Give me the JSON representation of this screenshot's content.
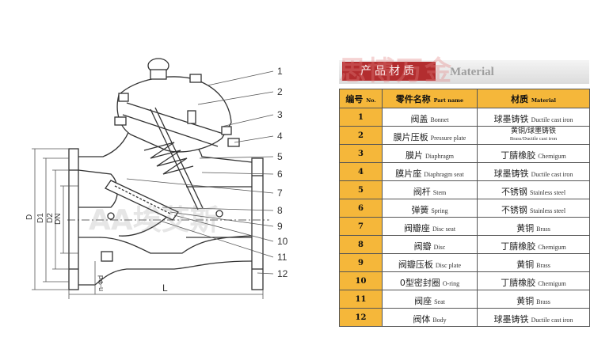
{
  "drawing": {
    "callouts": [
      "1",
      "2",
      "3",
      "4",
      "5",
      "6",
      "7",
      "8",
      "9",
      "10",
      "11",
      "12"
    ],
    "dims": {
      "d": "D",
      "d1": "D1",
      "d2": "D2",
      "dn": "DN",
      "holes": "n-Φd",
      "length": "L"
    },
    "watermark": "AA埃艾斯"
  },
  "banner": {
    "title_cn": "产品材质",
    "title_en": "Material",
    "watermark": "思博万金"
  },
  "table": {
    "headers": {
      "no_cn": "编号",
      "no_en": "No.",
      "part_cn": "零件名称",
      "part_en": "Part name",
      "mat_cn": "材质",
      "mat_en": "Material"
    },
    "rows": [
      {
        "no": "1",
        "part_cn": "阀盖",
        "part_en": "Bonnet",
        "mat_cn": "球墨铸铁",
        "mat_en": "Ductile cast iron"
      },
      {
        "no": "2",
        "part_cn": "膜片压板",
        "part_en": "Pressure plate",
        "mat_cn": "黄铜/球墨铸铁",
        "mat_en": "Brass/Ductile cast iron"
      },
      {
        "no": "3",
        "part_cn": "膜片",
        "part_en": "Diaphragm",
        "mat_cn": "丁腈橡胶",
        "mat_en": "Chemigum"
      },
      {
        "no": "4",
        "part_cn": "膜片座",
        "part_en": "Diaphragm seat",
        "mat_cn": "球墨铸铁",
        "mat_en": "Ductile cast iron"
      },
      {
        "no": "5",
        "part_cn": "阀杆",
        "part_en": "Stem",
        "mat_cn": "不锈钢",
        "mat_en": "Stainless steel"
      },
      {
        "no": "6",
        "part_cn": "弹簧",
        "part_en": "Spring",
        "mat_cn": "不锈钢",
        "mat_en": "Stainless steel"
      },
      {
        "no": "7",
        "part_cn": "阀瓣座",
        "part_en": "Disc seat",
        "mat_cn": "黄铜",
        "mat_en": "Brass"
      },
      {
        "no": "8",
        "part_cn": "阀瓣",
        "part_en": "Disc",
        "mat_cn": "丁腈橡胶",
        "mat_en": "Chemigum"
      },
      {
        "no": "9",
        "part_cn": "阀瓣压板",
        "part_en": "Disc plate",
        "mat_cn": "黄铜",
        "mat_en": "Brass"
      },
      {
        "no": "10",
        "part_cn": "0型密封圈",
        "part_en": "O-ring",
        "mat_cn": "丁腈橡胶",
        "mat_en": "Chemigum"
      },
      {
        "no": "11",
        "part_cn": "阀座",
        "part_en": "Seat",
        "mat_cn": "黄铜",
        "mat_en": "Brass"
      },
      {
        "no": "12",
        "part_cn": "阀体",
        "part_en": "Body",
        "mat_cn": "球墨铸铁",
        "mat_en": "Ductile cast iron"
      }
    ]
  }
}
